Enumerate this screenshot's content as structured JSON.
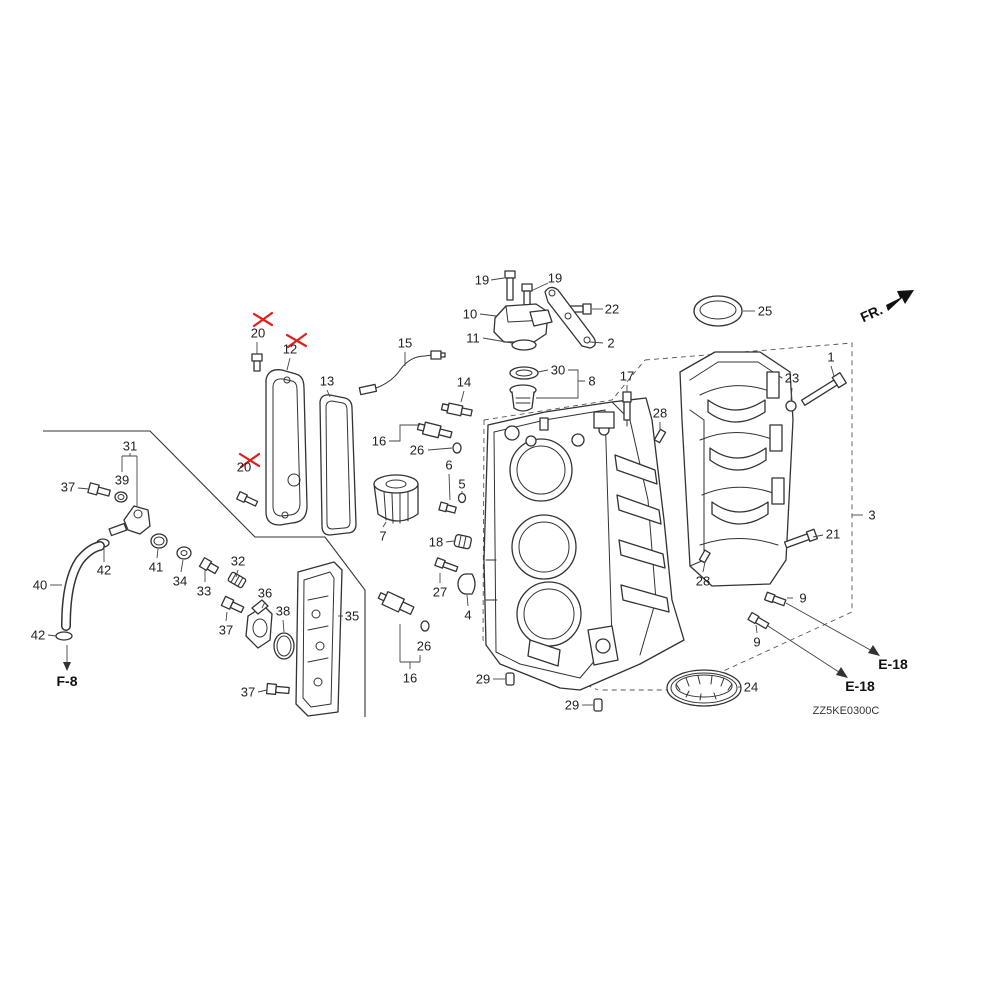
{
  "diagram": {
    "callouts": {
      "c1": "1",
      "c2": "2",
      "c3": "3",
      "c4": "4",
      "c5": "5",
      "c6": "6",
      "c7": "7",
      "c8": "8",
      "c9a": "9",
      "c9b": "9",
      "c10": "10",
      "c11": "11",
      "c12": "12",
      "c13": "13",
      "c14": "14",
      "c15": "15",
      "c16a": "16",
      "c16b": "16",
      "c17": "17",
      "c18": "18",
      "c19a": "19",
      "c19b": "19",
      "c20a": "20",
      "c20b": "20",
      "c21": "21",
      "c22": "22",
      "c23": "23",
      "c24": "24",
      "c25": "25",
      "c26a": "26",
      "c26b": "26",
      "c27": "27",
      "c28a": "28",
      "c28b": "28",
      "c29a": "29",
      "c29b": "29",
      "c30": "30",
      "c31": "31",
      "c32": "32",
      "c33": "33",
      "c34": "34",
      "c35": "35",
      "c36": "36",
      "c37a": "37",
      "c37b": "37",
      "c37c": "37",
      "c38": "38",
      "c39": "39",
      "c40": "40",
      "c41": "41",
      "c42a": "42",
      "c42b": "42"
    },
    "references": {
      "e18_upper": "E-18",
      "e18_lower": "E-18",
      "f8": "F-8"
    },
    "direction_label": "FR.",
    "drawing_code": "ZZ5KE0300C"
  },
  "colors": {
    "line": "#333333",
    "strikeout_mark": "#e0201c",
    "background": "#ffffff"
  }
}
